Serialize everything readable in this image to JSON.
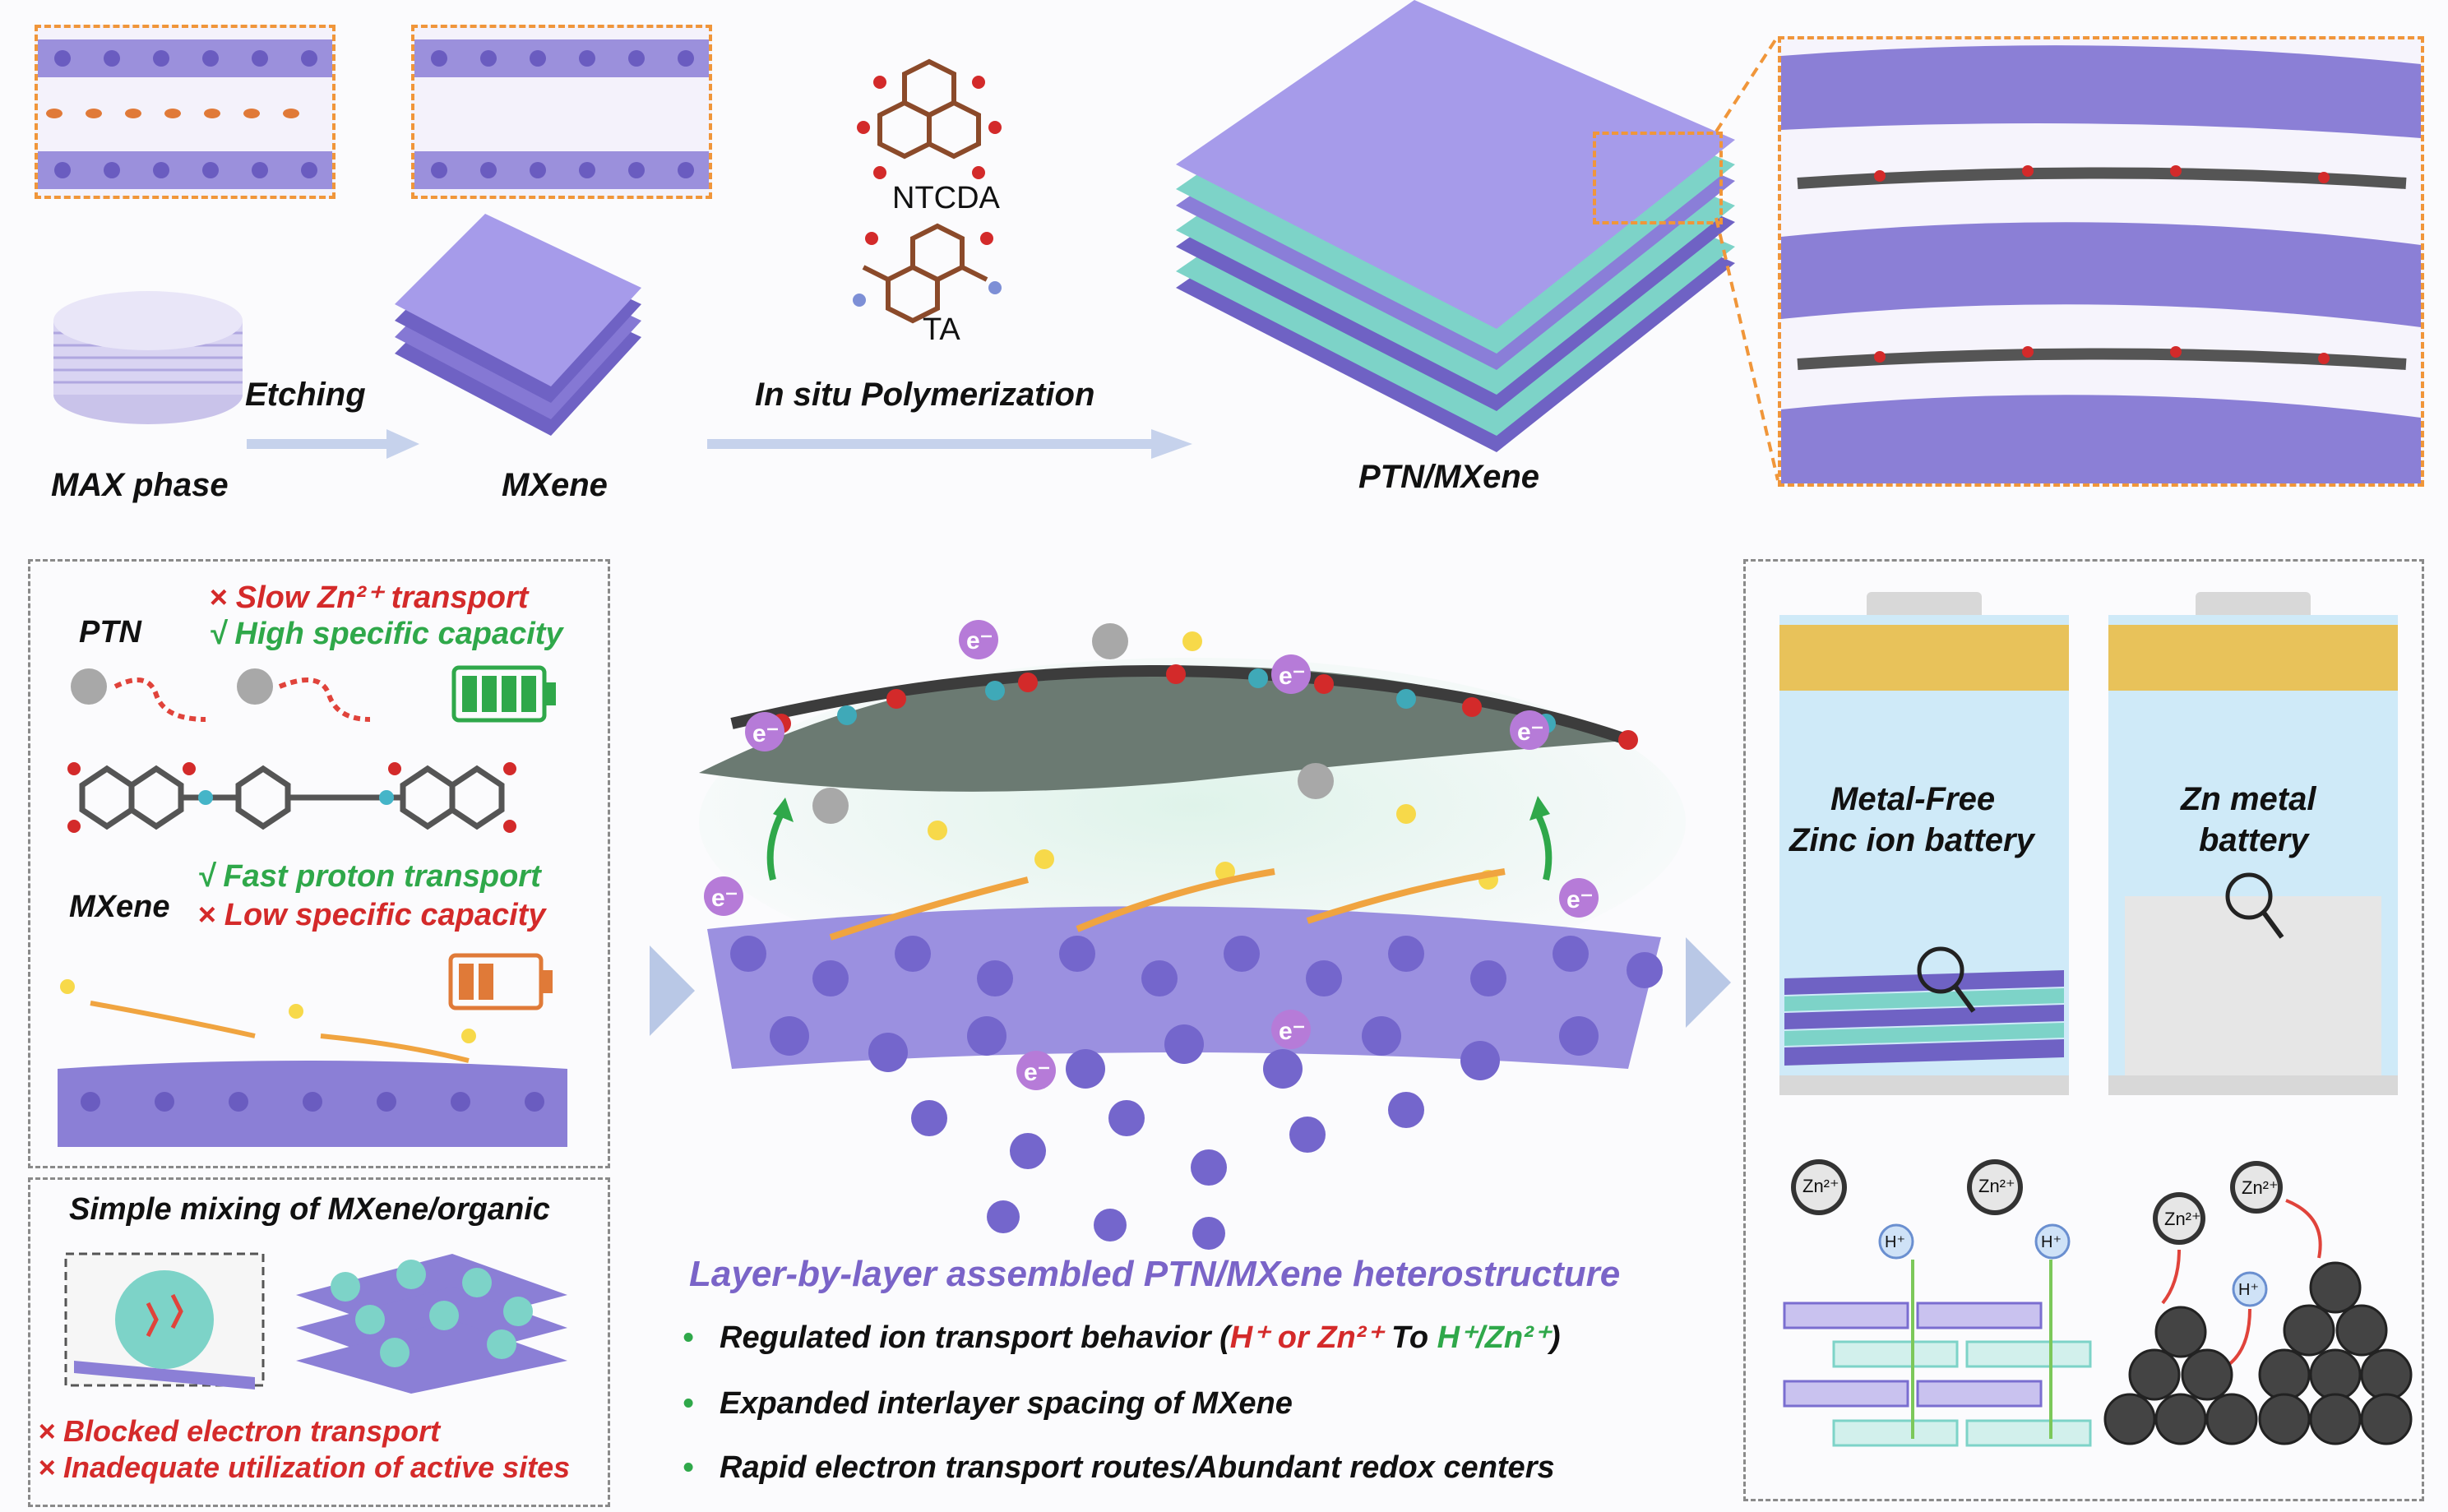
{
  "top": {
    "label_max": "MAX phase",
    "label_etching": "Etching",
    "label_mxene": "MXene",
    "label_insitu": "In situ Polymerization",
    "label_ptn_mxene": "PTN/MXene",
    "label_ntcda": "NTCDA",
    "label_ta": "TA"
  },
  "left_panel": {
    "ptn_label": "PTN",
    "ptn_con": "× Slow Zn²⁺ transport",
    "ptn_pro": "√ High specific capacity",
    "mxene_label": "MXene",
    "mxene_pro": "√ Fast proton transport",
    "mxene_con": "× Low specific capacity"
  },
  "mix_panel": {
    "title": "Simple mixing of MXene/organic",
    "con1": "× Blocked electron transport",
    "con2": "× Inadequate utilization of active sites"
  },
  "center": {
    "electron": "e⁻",
    "heading": "Layer-by-layer assembled PTN/MXene heterostructure",
    "bullet1_a": "Regulated ion transport behavior (",
    "bullet1_h": "H⁺ or Zn²⁺",
    "bullet1_to": " To ",
    "bullet1_hz": "H⁺/Zn²⁺",
    "bullet1_end": ")",
    "bullet2": "Expanded interlayer spacing of MXene",
    "bullet3": "Rapid electron transport routes/Abundant redox centers"
  },
  "right_panel": {
    "battery1_line1": "Metal-Free",
    "battery1_line2": "Zinc ion battery",
    "battery2_line1": "Zn metal",
    "battery2_line2": "battery",
    "zn_ion": "Zn²⁺",
    "h_ion": "H⁺"
  },
  "colors": {
    "mxene_purple": "#8b7fd6",
    "ptn_teal": "#7dd3c8",
    "accent_red": "#d42a2a",
    "accent_green": "#2fa84a",
    "heading_purple": "#7a64c8",
    "arrow_blue": "#b9c8e6"
  }
}
